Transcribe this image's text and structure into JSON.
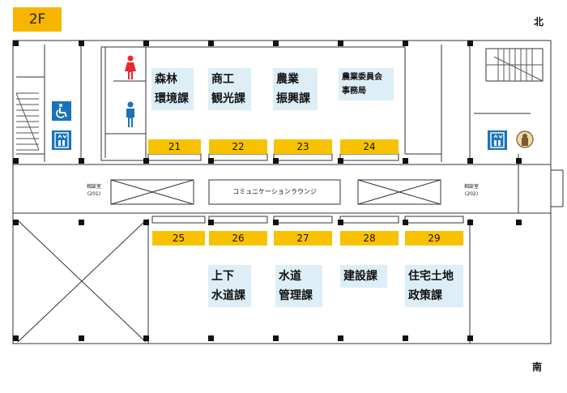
{
  "floor": "2F",
  "compass": {
    "north": "北",
    "south": "南"
  },
  "rooms": {
    "consult_201_label": "相談室",
    "consult_201_no": "(201)",
    "consult_202_label": "相談室",
    "consult_202_no": "(202)",
    "lounge": "コミュニケーションラウンジ"
  },
  "departments": {
    "shinrin": "森林\n環境課",
    "shoko": "商工\n観光課",
    "nogyo": "農業\n振興課",
    "nogyo_iinkai": "農業委員会\n事務局",
    "gesuido": "上下\n水道課",
    "suido": "水道\n管理課",
    "kensetsu": "建設課",
    "jutaku": "住宅土地\n政策課"
  },
  "counters": {
    "c21": "21",
    "c22": "22",
    "c23": "23",
    "c24": "24",
    "c25": "25",
    "c26": "26",
    "c27": "27",
    "c28": "28",
    "c29": "29"
  },
  "icons": [
    "toilet-female-icon",
    "toilet-male-icon",
    "wheelchair-icon",
    "elevator-icon",
    "elevator-icon",
    "staff-emblem-icon"
  ],
  "colors": {
    "counter": "#f8c200",
    "department": "#ddeef6",
    "badge": "#f8b500",
    "icon": "#1a73b8"
  }
}
